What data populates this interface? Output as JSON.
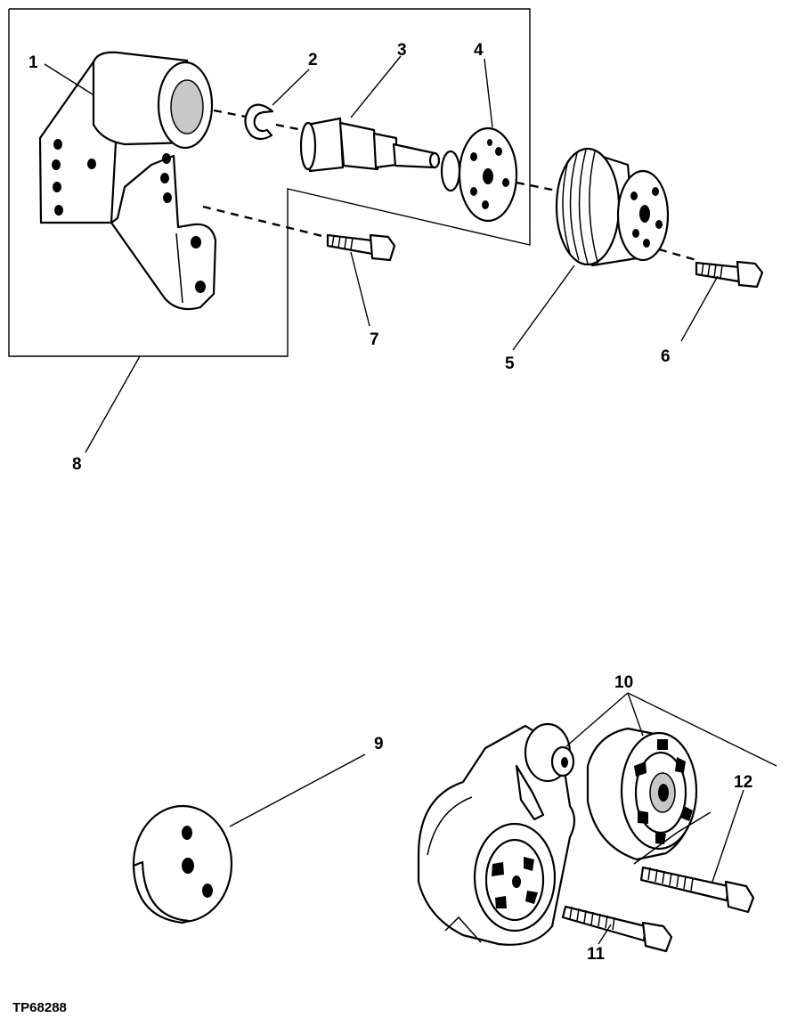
{
  "figure_id": "TP68288",
  "callouts": [
    {
      "id": "1",
      "label": "1"
    },
    {
      "id": "2",
      "label": "2"
    },
    {
      "id": "3",
      "label": "3"
    },
    {
      "id": "4",
      "label": "4"
    },
    {
      "id": "5",
      "label": "5"
    },
    {
      "id": "6",
      "label": "6"
    },
    {
      "id": "7",
      "label": "7"
    },
    {
      "id": "8",
      "label": "8"
    },
    {
      "id": "9",
      "label": "9"
    },
    {
      "id": "10",
      "label": "10"
    },
    {
      "id": "11",
      "label": "11"
    },
    {
      "id": "12",
      "label": "12"
    }
  ]
}
